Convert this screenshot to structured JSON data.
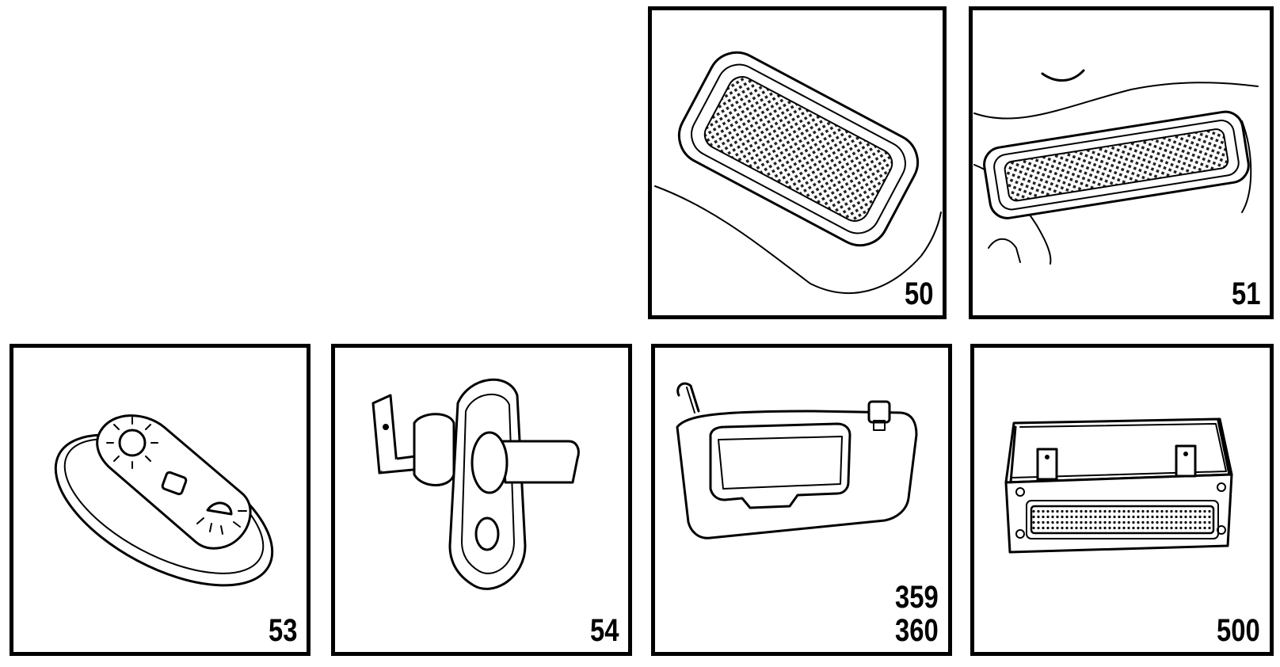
{
  "panels": [
    {
      "id": "p50",
      "label": "50",
      "icon": "dome-light-icon"
    },
    {
      "id": "p51",
      "label": "51",
      "icon": "reading-light-icon"
    },
    {
      "id": "p53",
      "label": "53",
      "icon": "light-switch-icon"
    },
    {
      "id": "p54",
      "label": "54",
      "icon": "door-contact-switch-icon"
    },
    {
      "id": "p359",
      "label": "359",
      "label2": "360",
      "icon": "sun-visor-mirror-icon"
    },
    {
      "id": "p500",
      "label": "500",
      "icon": "control-module-icon"
    }
  ]
}
